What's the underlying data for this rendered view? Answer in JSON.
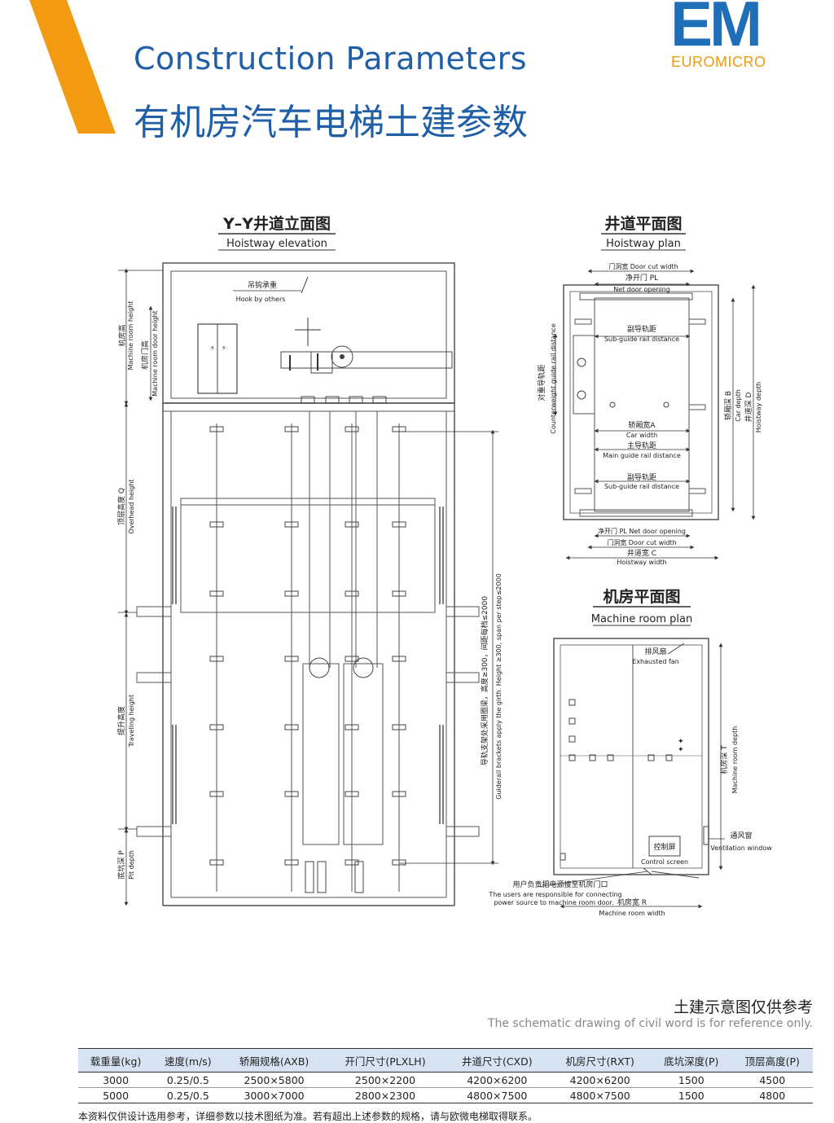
{
  "header": {
    "title_en": "Construction  Parameters",
    "title_zh": "有机房汽车电梯土建参数",
    "logo_mark": "EM",
    "logo_text": "EUROMICRO",
    "accent_color": "#f29a12",
    "brand_color": "#1f5fa8"
  },
  "elevation": {
    "heading_zh": "Y–Y井道立面图",
    "heading_en": "Hoistway elevation",
    "hook_zh": "吊钩承重",
    "hook_en": "Hook by others",
    "machine_room_height_zh": "机房高",
    "machine_room_height_en": "Machine room height",
    "machine_door_height_zh": "机房门高",
    "machine_door_height_en": "Machine room door height",
    "overhead_zh": "顶层高度 Q",
    "overhead_en": "Overhead height",
    "travel_zh": "提升高度",
    "travel_en": "Traveling height",
    "pit_zh": "底坑深 P",
    "pit_en": "Pit depth",
    "bracket_zh": "导轨支架处采用圈梁，高度≥300，间距每档≤2000",
    "bracket_en": "Guiderail brackets apply the girth. Height ≥300, span per step≤2000"
  },
  "hoistway_plan": {
    "heading_zh": "井道平面图",
    "heading_en": "Hoistway plan",
    "door_cut_top": "门洞宽  Door cut width",
    "net_door_pl_top": "净开门 PL",
    "net_door_en_top": "Net door opening",
    "sub_guide_1_zh": "副导轨距",
    "sub_guide_1_en": "Sub-guide rail distance",
    "cw_guide_zh": "对重导轨距",
    "cw_guide_en": "Counterweight guide rail distance",
    "car_width_zh": "轿厢宽A",
    "car_width_en": "Car width",
    "main_guide_zh": "主导轨距",
    "main_guide_en": "Main guide rail distance",
    "sub_guide_2_zh": "副导轨距",
    "sub_guide_2_en": "Sub-guide rail distance",
    "car_depth_zh": "轿厢深 B",
    "car_depth_en": "Car depth",
    "hoistway_depth_zh": "井道深 D",
    "hoistway_depth_en": "Hoistway depth",
    "net_door_bottom": "净开门 PL  Net door opening",
    "door_cut_bottom": "门洞宽  Door cut width",
    "hoistway_width_zh": "井道宽 C",
    "hoistway_width_en": "Hoistway width"
  },
  "machine_plan": {
    "heading_zh": "机房平面图",
    "heading_en": "Machine room plan",
    "fan_zh": "排风扇",
    "fan_en": "Exhausted fan",
    "depth_zh": "机房深 T",
    "depth_en": "Machine room depth",
    "vent_zh": "通风窗",
    "vent_en": "Ventilation window",
    "control_zh": "控制屏",
    "control_en": "Control screen",
    "power_zh": "用户负责把电源接至机房门口",
    "power_en_1": "The users are responsible for connecting",
    "power_en_2": "power source to machine room door.",
    "width_zh": "机房宽 R",
    "width_en": "Machine room width"
  },
  "notes": {
    "zh": "土建示意图仅供参考",
    "en": "The schematic drawing of civil word is for reference only."
  },
  "table": {
    "headers": [
      "载重量(kg)",
      "速度(m/s)",
      "轿厢规格(AXB)",
      "开门尺寸(PLXLH)",
      "井道尺寸(CXD)",
      "机房尺寸(RXT)",
      "底坑深度(P)",
      "顶层高度(P)"
    ],
    "rows": [
      [
        "3000",
        "0.25/0.5",
        "2500×5800",
        "2500×2200",
        "4200×6200",
        "4200×6200",
        "1500",
        "4500"
      ],
      [
        "5000",
        "0.25/0.5",
        "3000×7000",
        "2800×2300",
        "4800×7500",
        "4800×7500",
        "1500",
        "4800"
      ]
    ]
  },
  "footer": {
    "note": "本资料仅供设计选用参考，详细参数以技术图纸为准。若有超出上述参数的规格，请与欧微电梯取得联系。"
  }
}
